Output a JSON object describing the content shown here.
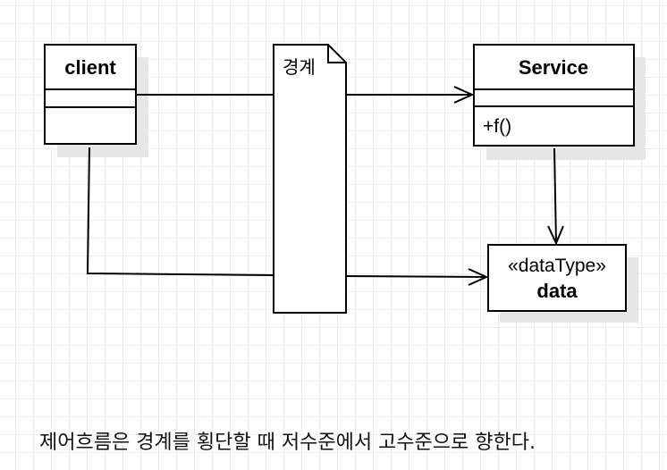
{
  "diagram": {
    "client_class": {
      "name": "client"
    },
    "service_class": {
      "name": "Service",
      "operation": "+f()"
    },
    "data_class": {
      "stereotype": "«dataType»",
      "name": "data"
    },
    "boundary_note": {
      "label": "경계"
    }
  },
  "caption": "제어흐름은 경계를 횡단할 때 저수준에서 고수준으로 향한다."
}
